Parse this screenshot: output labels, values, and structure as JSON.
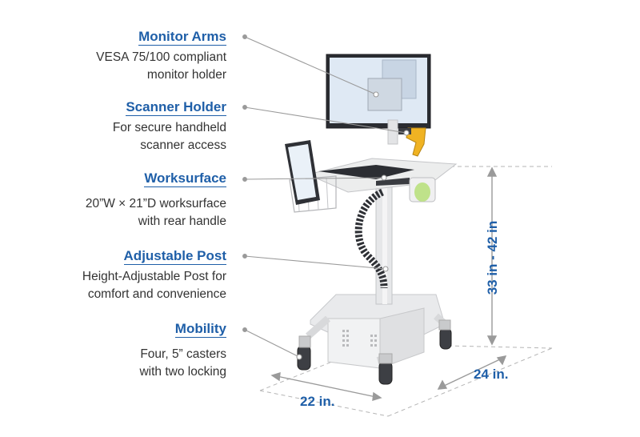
{
  "features": [
    {
      "title": "Monitor Arms",
      "desc": [
        "VESA 75/100 compliant",
        "monitor holder"
      ]
    },
    {
      "title": "Scanner Holder",
      "desc": [
        "For secure handheld",
        "scanner access"
      ]
    },
    {
      "title": "Worksurface",
      "desc": [
        "20”W × 21”D worksurface",
        "with rear handle"
      ]
    },
    {
      "title": "Adjustable Post",
      "desc": [
        "Height-Adjustable Post for",
        "comfort and convenience"
      ]
    },
    {
      "title": "Mobility",
      "desc": [
        "Four, 5” casters",
        "with two locking"
      ]
    }
  ],
  "dimensions": {
    "height": "33 in - 42 in",
    "depth": "24 in.",
    "width": "22 in."
  },
  "colors": {
    "accent": "#1f5fa8",
    "text": "#333333",
    "leader": "#9a9a9a",
    "dimension_line": "#b0b0b0"
  }
}
